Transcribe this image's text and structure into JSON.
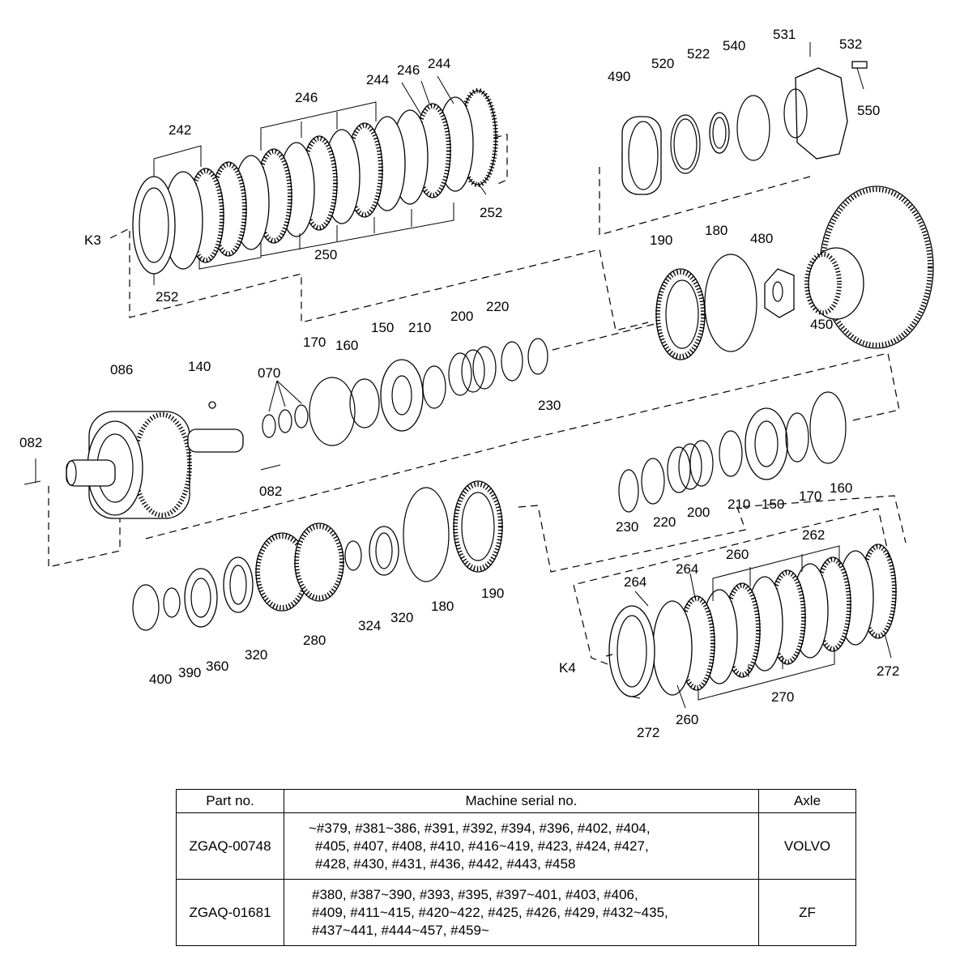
{
  "diagram": {
    "group_labels": [
      "K3",
      "K4"
    ],
    "callouts": [
      {
        "id": "c531",
        "text": "531"
      },
      {
        "id": "c532",
        "text": "532"
      },
      {
        "id": "c522",
        "text": "522"
      },
      {
        "id": "c540",
        "text": "540"
      },
      {
        "id": "c520",
        "text": "520"
      },
      {
        "id": "c490",
        "text": "490"
      },
      {
        "id": "c550",
        "text": "550"
      },
      {
        "id": "c244a",
        "text": "244"
      },
      {
        "id": "c246a",
        "text": "246"
      },
      {
        "id": "c244b",
        "text": "244"
      },
      {
        "id": "c246b",
        "text": "246"
      },
      {
        "id": "c242",
        "text": "242"
      },
      {
        "id": "c252a",
        "text": "252"
      },
      {
        "id": "c250",
        "text": "250"
      },
      {
        "id": "c252b",
        "text": "252"
      },
      {
        "id": "c190a",
        "text": "190"
      },
      {
        "id": "c180a",
        "text": "180"
      },
      {
        "id": "c480",
        "text": "480"
      },
      {
        "id": "c450",
        "text": "450"
      },
      {
        "id": "c170a",
        "text": "170"
      },
      {
        "id": "c160a",
        "text": "160"
      },
      {
        "id": "c150a",
        "text": "150"
      },
      {
        "id": "c210a",
        "text": "210"
      },
      {
        "id": "c200a",
        "text": "200"
      },
      {
        "id": "c220a",
        "text": "220"
      },
      {
        "id": "c230a",
        "text": "230"
      },
      {
        "id": "c086",
        "text": "086"
      },
      {
        "id": "c140",
        "text": "140"
      },
      {
        "id": "c070",
        "text": "070"
      },
      {
        "id": "c082a",
        "text": "082"
      },
      {
        "id": "c082b",
        "text": "082"
      },
      {
        "id": "c230b",
        "text": "230"
      },
      {
        "id": "c220b",
        "text": "220"
      },
      {
        "id": "c200b",
        "text": "200"
      },
      {
        "id": "c210b",
        "text": "210"
      },
      {
        "id": "c150b",
        "text": "150"
      },
      {
        "id": "c170b",
        "text": "170"
      },
      {
        "id": "c160b",
        "text": "160"
      },
      {
        "id": "c190b",
        "text": "190"
      },
      {
        "id": "c180b",
        "text": "180"
      },
      {
        "id": "c324",
        "text": "324"
      },
      {
        "id": "c320a",
        "text": "320"
      },
      {
        "id": "c280",
        "text": "280"
      },
      {
        "id": "c320b",
        "text": "320"
      },
      {
        "id": "c360",
        "text": "360"
      },
      {
        "id": "c390",
        "text": "390"
      },
      {
        "id": "c400",
        "text": "400"
      },
      {
        "id": "c262",
        "text": "262"
      },
      {
        "id": "c260a",
        "text": "260"
      },
      {
        "id": "c264a",
        "text": "264"
      },
      {
        "id": "c264b",
        "text": "264"
      },
      {
        "id": "c272a",
        "text": "272"
      },
      {
        "id": "c270",
        "text": "270"
      },
      {
        "id": "c260b",
        "text": "260"
      },
      {
        "id": "c272b",
        "text": "272"
      }
    ]
  },
  "table": {
    "headers": [
      "Part no.",
      "Machine serial no.",
      "Axle"
    ],
    "rows": [
      {
        "part_no": "ZGAQ-00748",
        "serial_lines": [
          "~#379, #381~386, #391, #392, #394, #396, #402, #404,",
          "#405, #407, #408, #410, #416~419, #423, #424, #427,",
          "#428, #430, #431, #436, #442, #443, #458"
        ],
        "axle": "VOLVO"
      },
      {
        "part_no": "ZGAQ-01681",
        "serial_lines": [
          "#380, #387~390, #393, #395, #397~401, #403, #406,",
          "#409, #411~415, #420~422, #425, #426, #429, #432~435,",
          "#437~441, #444~457, #459~"
        ],
        "axle": "ZF"
      }
    ]
  }
}
